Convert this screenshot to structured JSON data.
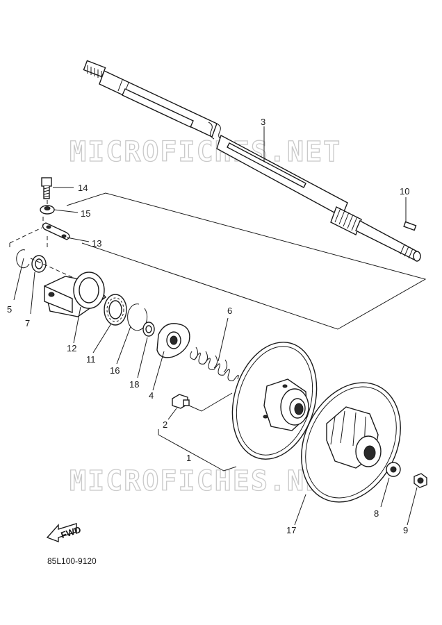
{
  "diagram": {
    "watermark": "MICROFICHES.NET",
    "drawing_code": "85L100-9120",
    "direction_label": "FWD",
    "callouts": {
      "p1": "1",
      "p2": "2",
      "p3": "3",
      "p4": "4",
      "p5": "5",
      "p6": "6",
      "p7": "7",
      "p8": "8",
      "p9": "9",
      "p10": "10",
      "p11": "11",
      "p12": "12",
      "p13": "13",
      "p14": "14",
      "p15": "15",
      "p16": "16",
      "p17": "17",
      "p18": "18"
    }
  }
}
